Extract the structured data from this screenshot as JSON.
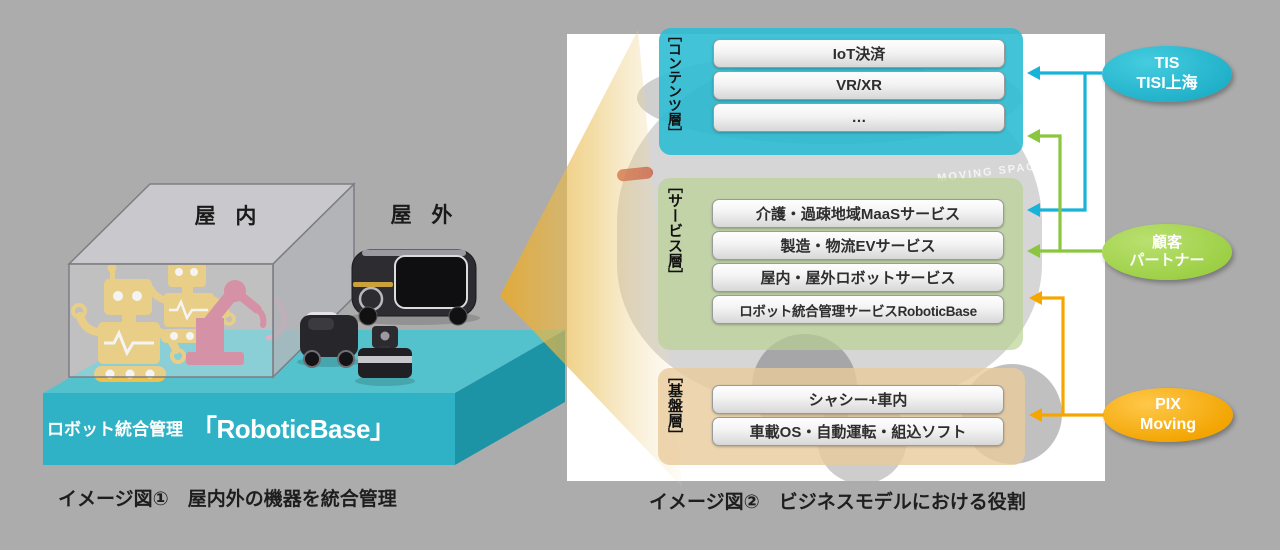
{
  "colors": {
    "background": "#acacac",
    "panel": "#ffffff",
    "platform_teal_front": "#2fb2c5",
    "platform_teal_top": "#54c2cd",
    "platform_teal_side": "#1d93a6",
    "beam_gold": "#e6a92f",
    "robot_yellow": "#ecc24e",
    "robot_arm_pink": "#ce5f7e",
    "contents_layer": "#2fbcd3",
    "service_layer": "#b8d192",
    "foundation_layer": "#e9cb9b",
    "arrow_cyan": "#18b3d8",
    "arrow_green": "#8bc63e",
    "arrow_orange": "#f7a600",
    "badge_tis": "#22b6cd",
    "badge_customer": "#9ccf44",
    "badge_pix": "#f2a400"
  },
  "left_figure": {
    "indoor_label": "屋 内",
    "outdoor_label": "屋 外",
    "platform_label_prefix": "ロボット統合管理",
    "platform_label_name": "「RoboticBase」",
    "caption": "イメージ図①　屋内外の機器を統合管理"
  },
  "right_figure": {
    "caption": "イメージ図②　ビジネスモデルにおける役割",
    "watermark_text": "MOVING SPACE",
    "layers": [
      {
        "label": "［コンテンツ層］",
        "items": [
          "IoT決済",
          "VR/XR",
          "…"
        ]
      },
      {
        "label": "［サービス層］",
        "items": [
          "介護・過疎地域MaaSサービス",
          "製造・物流EVサービス",
          "屋内・屋外ロボットサービス",
          "ロボット統合管理サービスRoboticBase"
        ]
      },
      {
        "label": "［基盤層］",
        "items": [
          "シャシー+車内",
          "車載OS・自動運転・組込ソフト"
        ]
      }
    ],
    "badges": [
      {
        "lines": [
          "TIS",
          "TISI上海"
        ]
      },
      {
        "lines": [
          "顧客",
          "パートナー"
        ]
      },
      {
        "lines": [
          "PIX",
          "Moving"
        ]
      }
    ]
  }
}
